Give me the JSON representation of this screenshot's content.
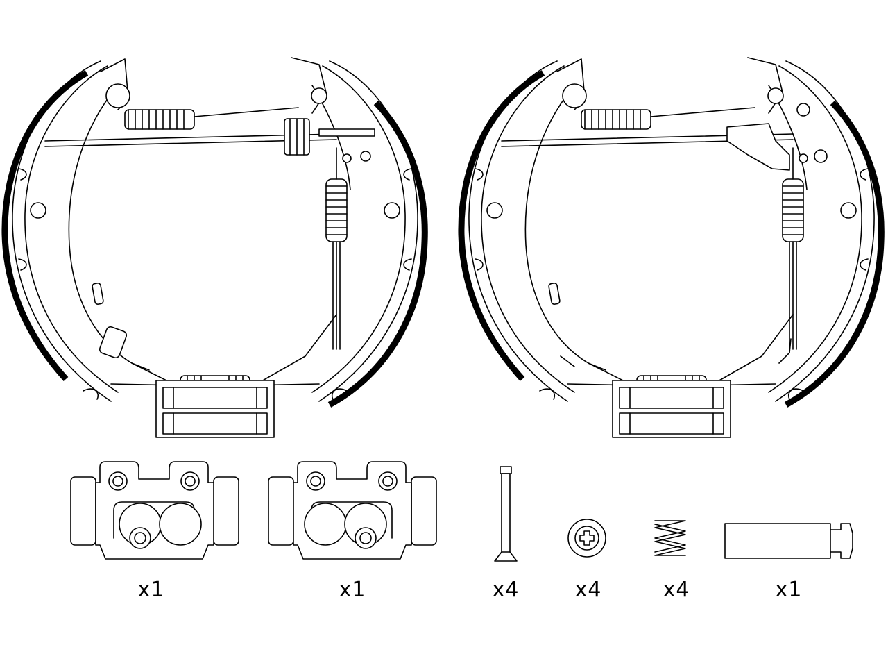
{
  "diagram": {
    "kit_assemblies": [
      {
        "id": "brake-assembly-left"
      },
      {
        "id": "brake-assembly-right"
      }
    ],
    "parts": [
      {
        "name": "wheel-cylinder-a",
        "quantity": "x1"
      },
      {
        "name": "wheel-cylinder-b",
        "quantity": "x1"
      },
      {
        "name": "hold-down-pin",
        "quantity": "x4"
      },
      {
        "name": "retaining-cup",
        "quantity": "x4"
      },
      {
        "name": "hold-down-spring",
        "quantity": "x4"
      },
      {
        "name": "adjuster-sleeve",
        "quantity": "x1"
      }
    ],
    "stroke_color": "#000000",
    "background_color": "#ffffff"
  }
}
